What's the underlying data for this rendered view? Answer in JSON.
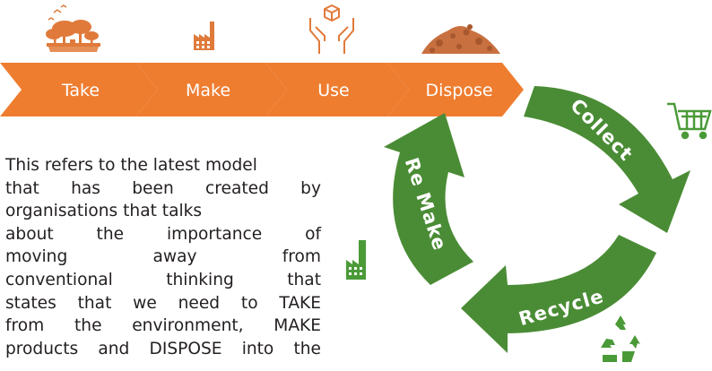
{
  "linear_process": {
    "steps": [
      {
        "label": "Take",
        "icon": "deforestation-icon"
      },
      {
        "label": "Make",
        "icon": "factory-icon"
      },
      {
        "label": "Use",
        "icon": "hands-holding-box-icon"
      },
      {
        "label": "Dispose",
        "icon": "waste-pile-icon"
      }
    ],
    "color": "#ee7d30"
  },
  "circular_process": {
    "arrows": [
      {
        "label": "Collect",
        "icon": "shopping-cart-icon"
      },
      {
        "label": "Recycle",
        "icon": "recycle-icon"
      },
      {
        "label": "Re Make",
        "icon": "factory-icon"
      }
    ],
    "color": "#4a8c35"
  },
  "description": {
    "lines": [
      "This refers to the latest model",
      "that has been created by",
      "organisations that talks",
      "about the importance of",
      "moving away from",
      "conventional thinking that",
      "states that we need to TAKE",
      "from the environment, MAKE",
      "products and DISPOSE into the"
    ]
  }
}
